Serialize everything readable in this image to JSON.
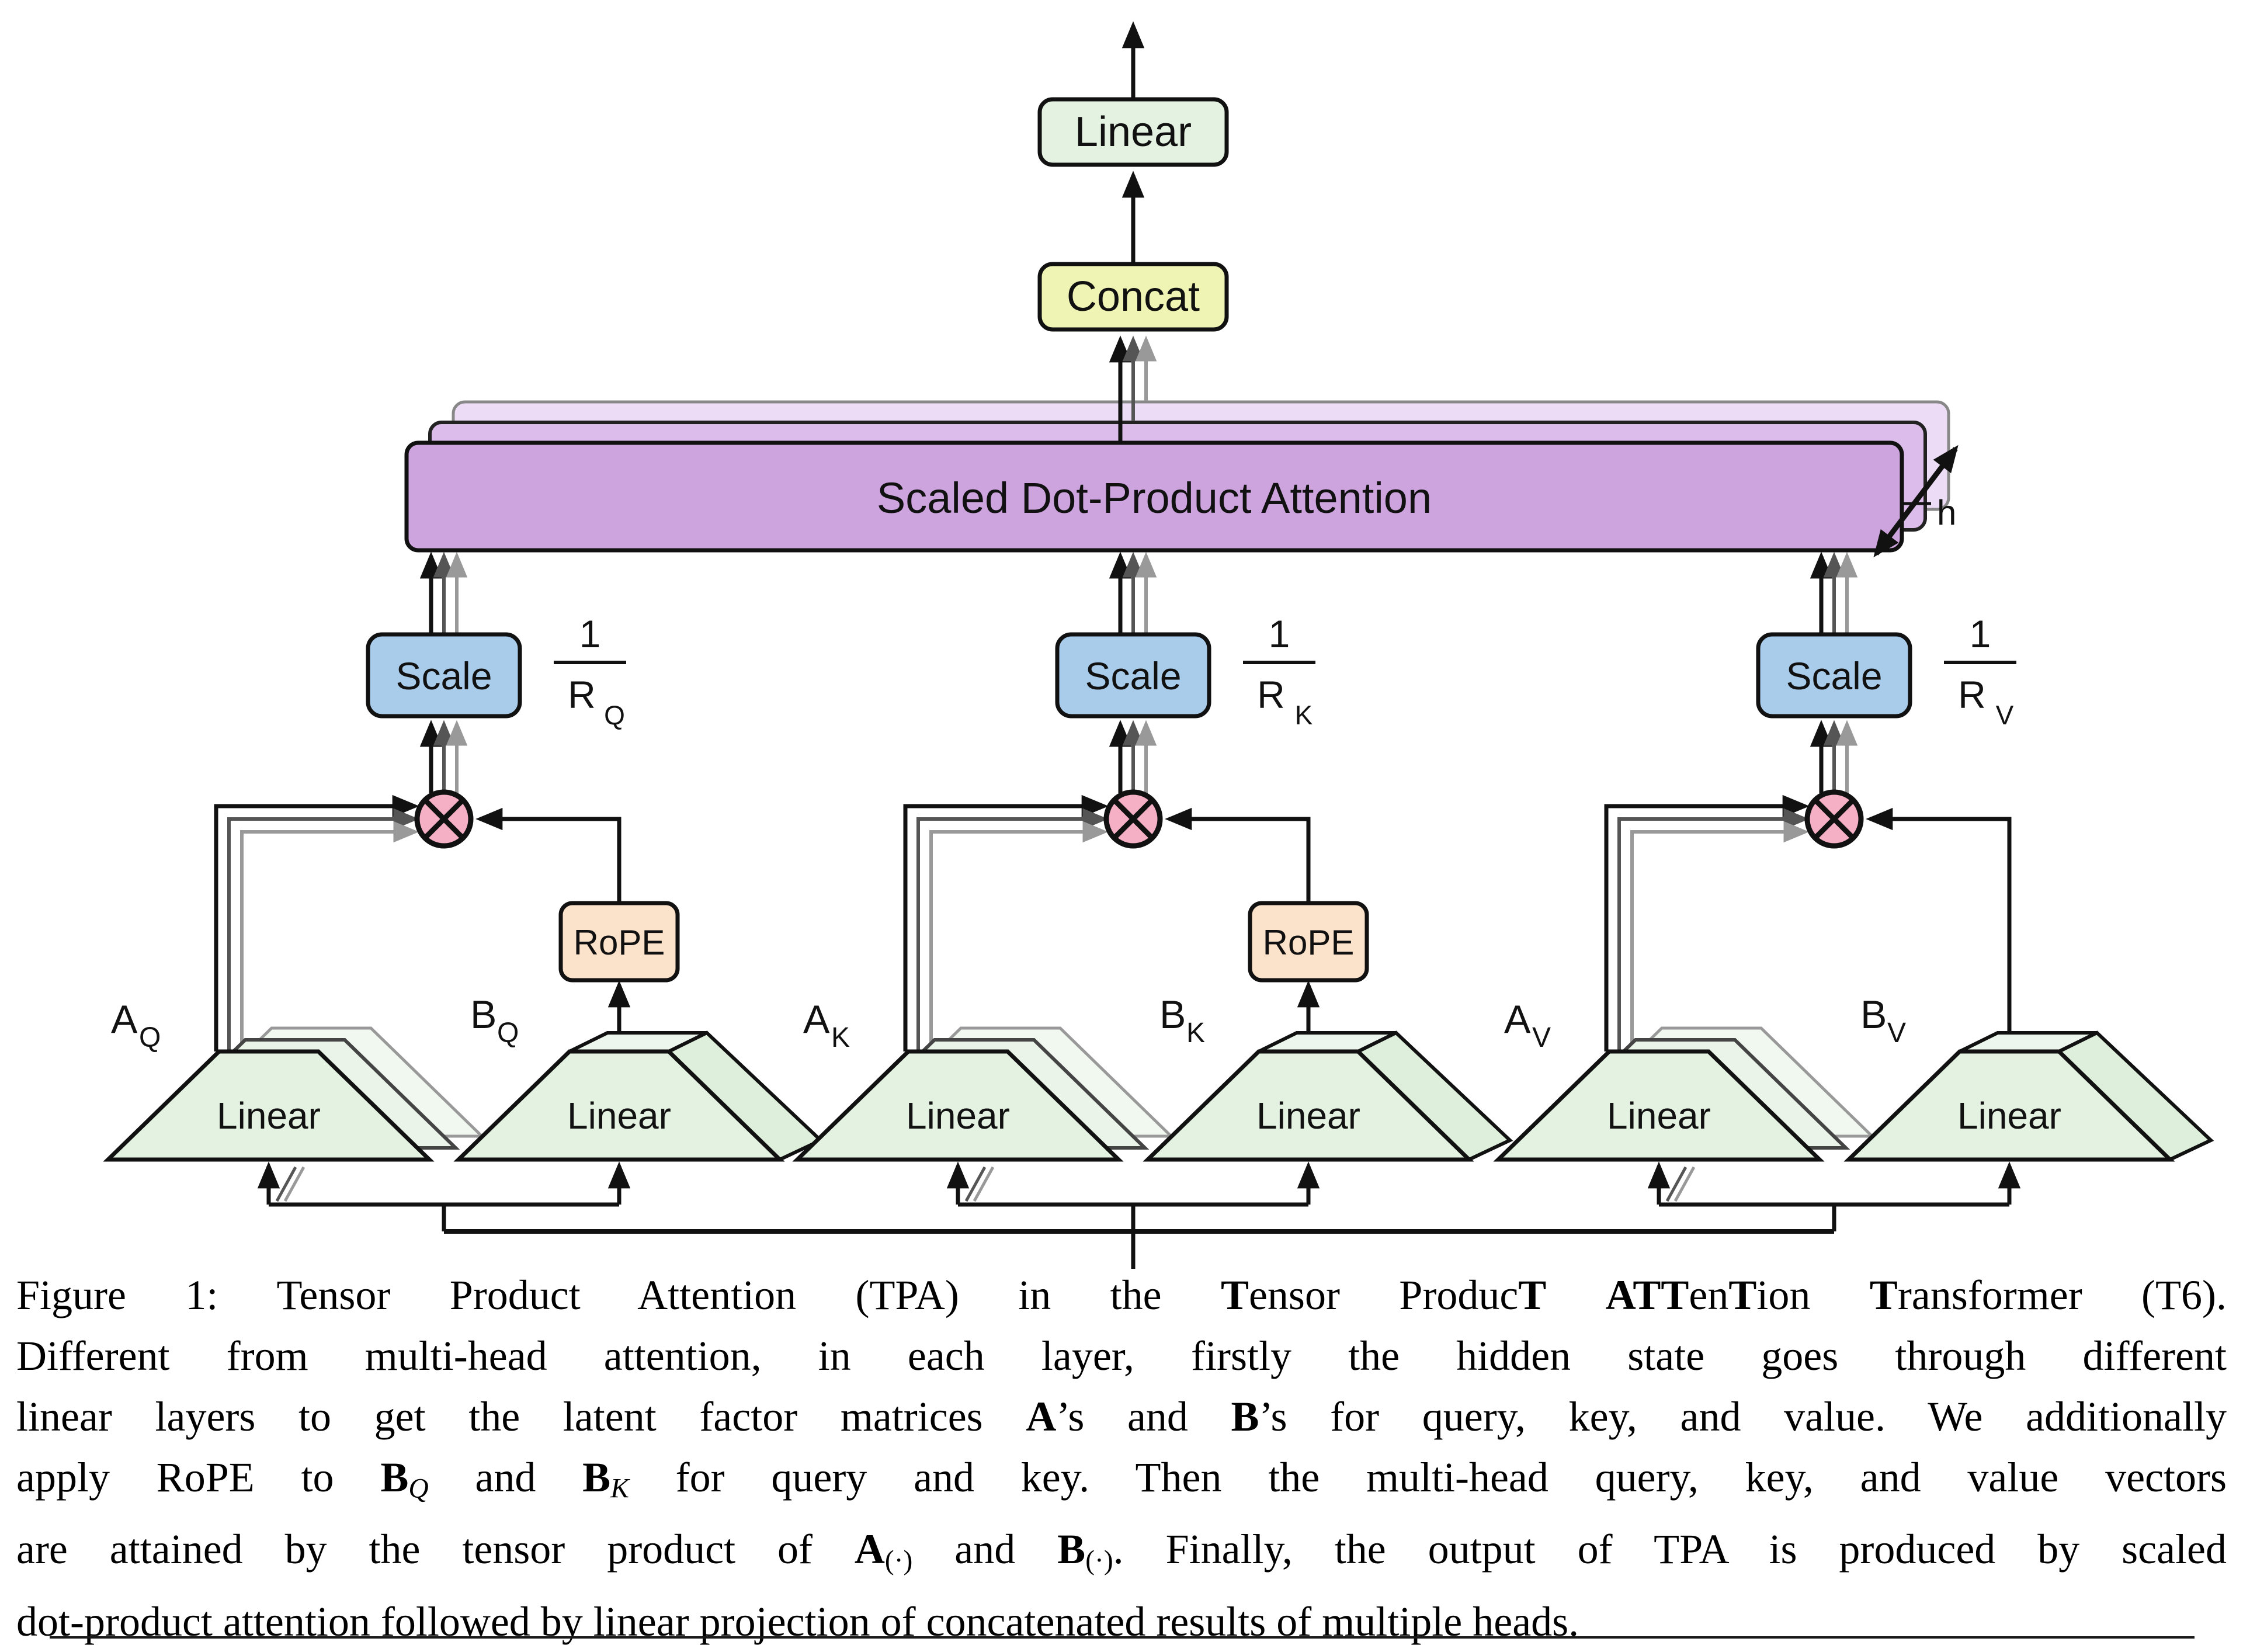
{
  "figure": {
    "caption": {
      "lines": [
        [
          {
            "t": "Figure 1:  Tensor Product Attention (TPA) in the "
          },
          {
            "t": "T",
            "b": true
          },
          {
            "t": "ensor Produc"
          },
          {
            "t": "T",
            "b": true
          },
          {
            "t": " "
          },
          {
            "t": "ATT",
            "b": true
          },
          {
            "t": "en"
          },
          {
            "t": "T",
            "b": true
          },
          {
            "t": "ion "
          },
          {
            "t": "T",
            "b": true
          },
          {
            "t": "ransformer (T6)."
          }
        ],
        [
          {
            "t": "Different from multi-head attention, in each layer, firstly the hidden state goes through different"
          }
        ],
        [
          {
            "t": "linear layers to get the latent factor matrices "
          },
          {
            "t": "A",
            "b": true
          },
          {
            "t": "’s and "
          },
          {
            "t": "B",
            "b": true
          },
          {
            "t": "’s for query, key, and value. We additionally"
          }
        ],
        [
          {
            "t": "apply RoPE to "
          },
          {
            "t": "B",
            "b": true
          },
          {
            "t": "Q",
            "s": true,
            "i": true
          },
          {
            "t": " and "
          },
          {
            "t": "B",
            "b": true
          },
          {
            "t": "K",
            "s": true,
            "i": true
          },
          {
            "t": " for query and key. Then the multi-head query, key, and value vectors"
          }
        ],
        [
          {
            "t": "are attained by the tensor product of "
          },
          {
            "t": "A",
            "b": true
          },
          {
            "t": "(·)",
            "s": true
          },
          {
            "t": " and "
          },
          {
            "t": "B",
            "b": true
          },
          {
            "t": "(·)",
            "s": true
          },
          {
            "t": ". Finally, the output of TPA is produced by scaled"
          }
        ],
        [
          {
            "t": "dot-product attention followed by linear projection of concatenated results of multiple heads."
          }
        ]
      ]
    }
  },
  "diagram": {
    "labels": {
      "output_linear": "Linear",
      "concat": "Concat",
      "sdpa": "Scaled Dot-Product Attention",
      "scale": "Scale",
      "rope": "RoPE",
      "trapezoid_linear": "Linear",
      "num_heads": "h"
    },
    "fractions": [
      {
        "num": "1",
        "den": "R",
        "sub": "Q"
      },
      {
        "num": "1",
        "den": "R",
        "sub": "K"
      },
      {
        "num": "1",
        "den": "R",
        "sub": "V"
      }
    ],
    "factor_labels": [
      {
        "main": "A",
        "sub": "Q"
      },
      {
        "main": "B",
        "sub": "Q"
      },
      {
        "main": "A",
        "sub": "K"
      },
      {
        "main": "B",
        "sub": "K"
      },
      {
        "main": "A",
        "sub": "V"
      },
      {
        "main": "B",
        "sub": "V"
      }
    ],
    "colors": {
      "box_green": "#e3f2e1",
      "box_yellow": "#eff3b4",
      "purple_front": "#cda4de",
      "purple_mid": "#dcbcea",
      "purple_back": "#ecdcf6",
      "box_blue": "#a9cceb",
      "circle_pink": "#f6b0c6",
      "box_peach": "#fbe2ca",
      "stroke": "#111111"
    }
  }
}
